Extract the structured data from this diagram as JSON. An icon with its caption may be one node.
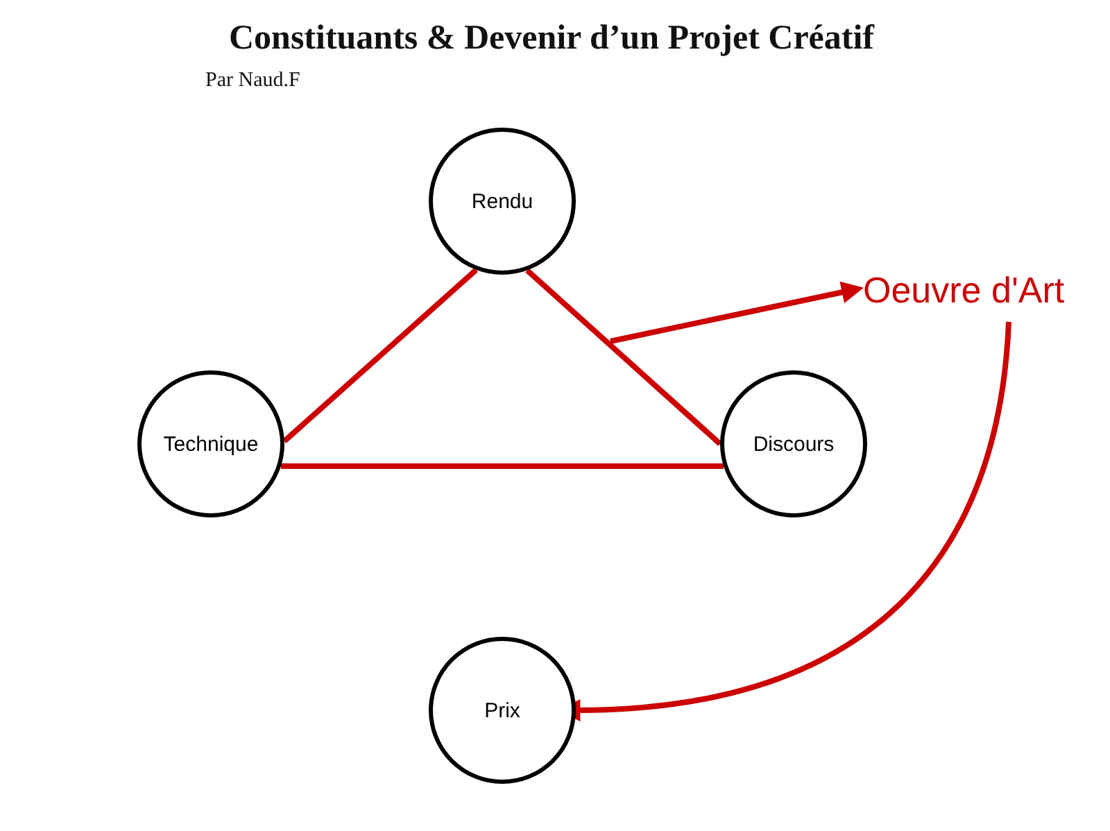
{
  "diagram": {
    "title": "Constituants & Devenir d’un Projet Créatif",
    "nodes": [
      {
        "text": [
          "Rendu"
        ]
      },
      {
        "text": [
          "Technique"
        ]
      },
      {
        "text": [
          "Discours"
        ]
      },
      {
        "text": [
          "Oeuvre d'Art"
        ]
      },
      {
        "text": [
          "Prix"
        ]
      }
    ],
    "edges": [
      {
        "from": 0,
        "to": 1,
        "arrow": "none"
      },
      {
        "from": 0,
        "to": 2,
        "arrow": "none"
      },
      {
        "from": 1,
        "to": 2,
        "arrow": "none"
      },
      {
        "from": null,
        "to": 3,
        "arrow": "to"
      },
      {
        "from": 3,
        "to": 4,
        "arrow": "to"
      }
    ],
    "labels": [
      "Par Naud.F"
    ]
  }
}
